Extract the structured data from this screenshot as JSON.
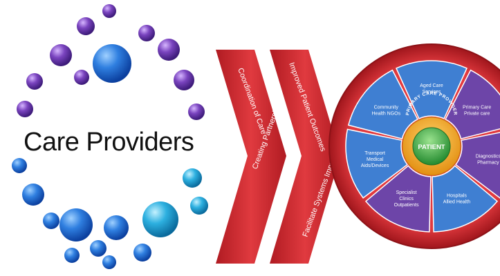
{
  "care_providers": {
    "title": "Care Providers"
  },
  "chevrons": [
    {
      "top_label": "Coordination of Care",
      "bottom_label": "Creating Partnerships"
    },
    {
      "top_label": "Improved Patient Outcomes",
      "bottom_label": "Facilitate Systems Improvement"
    }
  ],
  "wheel": {
    "ring_title": "NURSE NAVIGATOR",
    "inner_ring_label": "PRIMARY CARE PROVIDER",
    "center_label": "PATIENT",
    "segments": [
      {
        "lines": [
          "Aged Care",
          "Services"
        ]
      },
      {
        "lines": [
          "Primary Care",
          "Private care"
        ]
      },
      {
        "lines": [
          "Diagnostics",
          "Pharmacy"
        ]
      },
      {
        "lines": [
          "Hospitals",
          "Allied Health"
        ]
      },
      {
        "lines": [
          "Specialist",
          "Clinics",
          "Outpatients"
        ]
      },
      {
        "lines": [
          "Transport",
          "Medical",
          "Aids/Devices"
        ]
      },
      {
        "lines": [
          "Community",
          "Health NGOs"
        ]
      }
    ]
  },
  "colors": {
    "chevron_red": "#c8242b",
    "wheel_red": "#d7262c",
    "segment_blue": "#2f6fc4",
    "segment_purple": "#6a3fa0",
    "inner_gold": "#f2b233",
    "center_green": "#3fae49",
    "bubble_blue": "#1e6fd9",
    "bubble_purple": "#6b3aa8",
    "bubble_cyan": "#2aa6d6"
  }
}
